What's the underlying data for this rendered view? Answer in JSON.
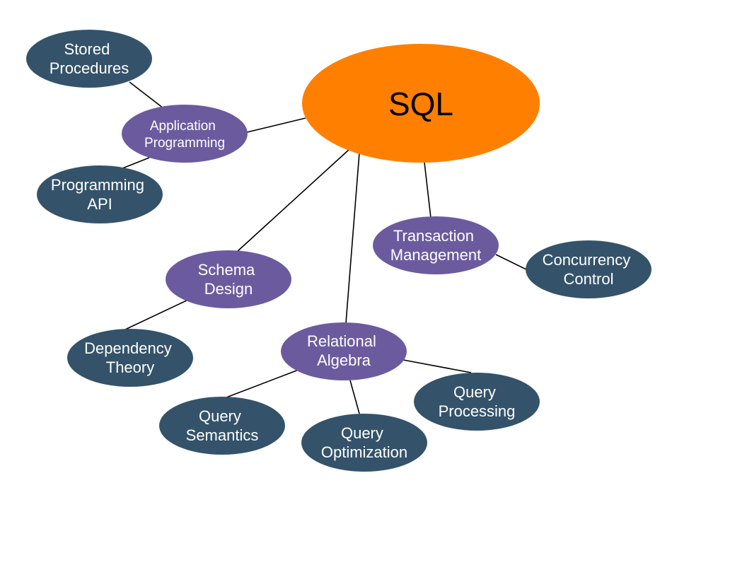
{
  "diagram": {
    "colors": {
      "root": "#FF8000",
      "topic": "#6B5B9E",
      "subtopic": "#34536A",
      "edge": "#000000"
    },
    "root": {
      "label": "SQL"
    },
    "topics": {
      "application_programming": {
        "lines": [
          "Application",
          "Programming"
        ]
      },
      "schema_design": {
        "lines": [
          "Schema",
          "Design"
        ]
      },
      "relational_algebra": {
        "lines": [
          "Relational",
          "Algebra"
        ]
      },
      "transaction_management": {
        "lines": [
          "Transaction",
          "Management"
        ]
      }
    },
    "subtopics": {
      "stored_procedures": {
        "lines": [
          "Stored",
          "Procedures"
        ]
      },
      "programming_api": {
        "lines": [
          "Programming",
          "API"
        ]
      },
      "dependency_theory": {
        "lines": [
          "Dependency",
          "Theory"
        ]
      },
      "query_semantics": {
        "lines": [
          "Query",
          "Semantics"
        ]
      },
      "query_optimization": {
        "lines": [
          "Query",
          "Optimization"
        ]
      },
      "query_processing": {
        "lines": [
          "Query",
          "Processing"
        ]
      },
      "concurrency_control": {
        "lines": [
          "Concurrency",
          "Control"
        ]
      }
    }
  }
}
